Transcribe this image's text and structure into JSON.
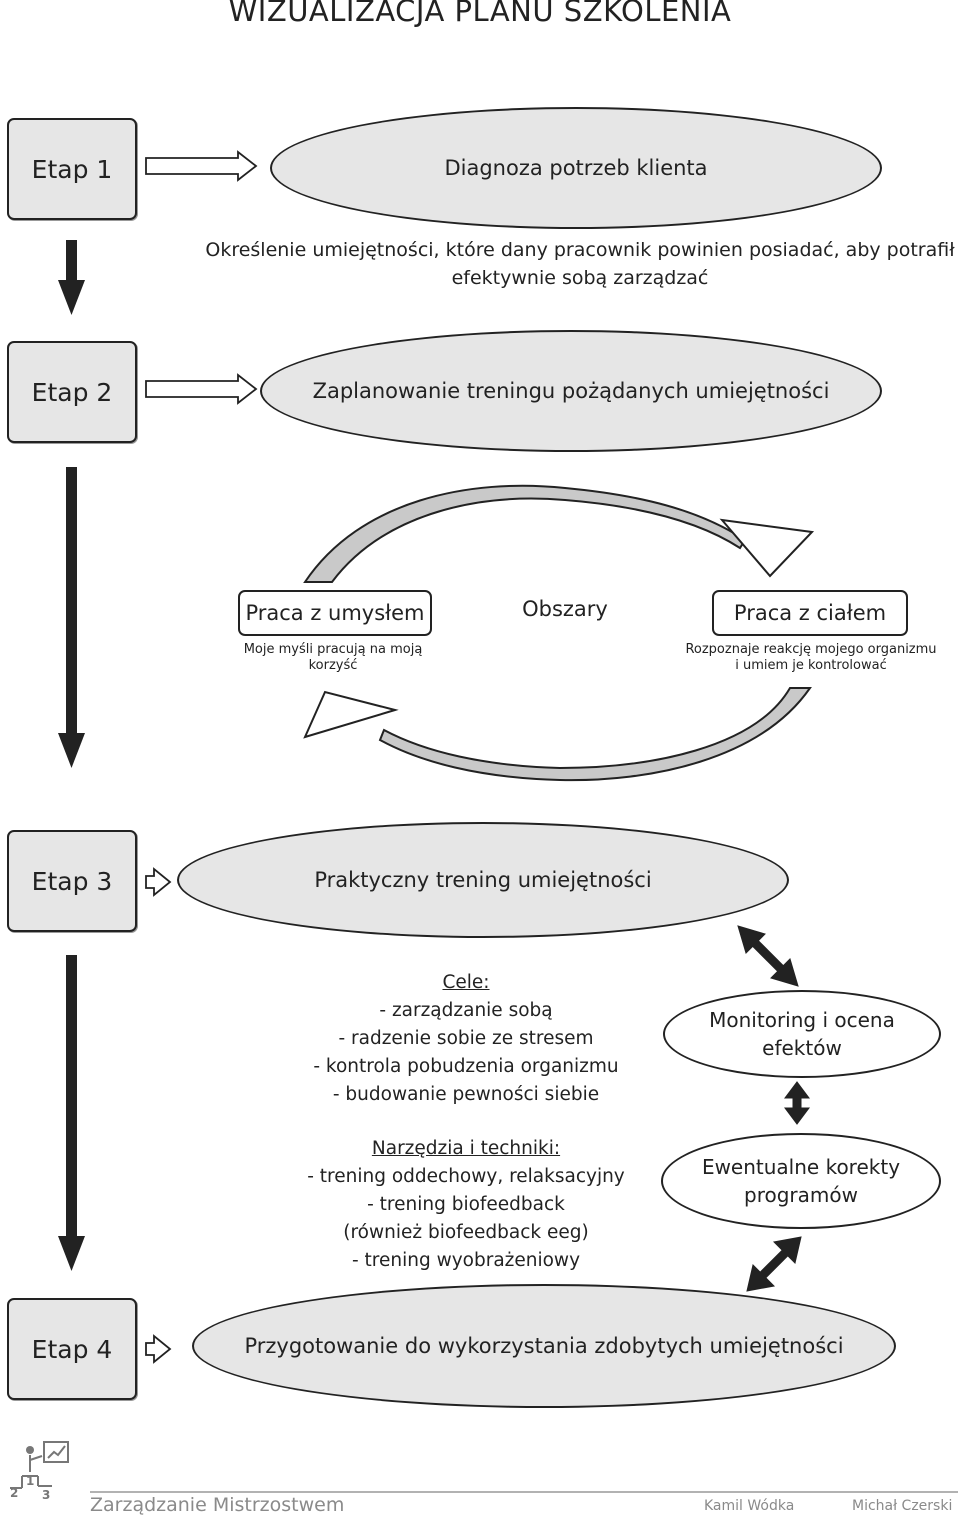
{
  "title": "WIZUALIZACJA PLANU SZKOLENIA",
  "stages": [
    {
      "label": "Etap 1",
      "ellipse": "Diagnoza potrzeb klienta"
    },
    {
      "label": "Etap 2",
      "ellipse": "Zaplanowanie treningu pożądanych umiejętności"
    },
    {
      "label": "Etap 3",
      "ellipse": "Praktyczny trening umiejętności"
    },
    {
      "label": "Etap 4",
      "ellipse": "Przygotowanie do wykorzystania zdobytych umiejętności"
    }
  ],
  "stage1_desc": {
    "line1": "Określenie umiejętności, które dany pracownik powinien posiadać, aby potrafił",
    "line2": "efektywnie sobą zarządzać"
  },
  "areas": {
    "center_label": "Obszary",
    "left": {
      "label": "Praca z umysłem",
      "desc_line1": "Moje myśli pracują na moją",
      "desc_line2": "korzyść"
    },
    "right": {
      "label": "Praca z ciałem",
      "desc_line1": "Rozpoznaje reakcję mojego organizmu",
      "desc_line2": "i umiem je kontrolować"
    }
  },
  "goals": {
    "heading": "Cele:",
    "items": [
      "- zarządzanie sobą",
      "- radzenie sobie ze stresem",
      "- kontrola pobudzenia organizmu",
      "- budowanie pewności siebie"
    ]
  },
  "tools": {
    "heading": "Narzędzia i techniki:",
    "items": [
      "- trening oddechowy, relaksacyjny",
      "- trening biofeedback",
      "(również biofeedback eeg)",
      "- trening wyobrażeniowy"
    ]
  },
  "monitoring": {
    "line1": "Monitoring i ocena",
    "line2": "efektów"
  },
  "corrections": {
    "line1": "Ewentualne korekty",
    "line2": "programów"
  },
  "footer": {
    "brand": "Zarządzanie Mistrzostwem",
    "author1": "Kamil Wódka",
    "author2": "Michał Czerski",
    "logo_digits": [
      "2",
      "1",
      "3"
    ]
  }
}
